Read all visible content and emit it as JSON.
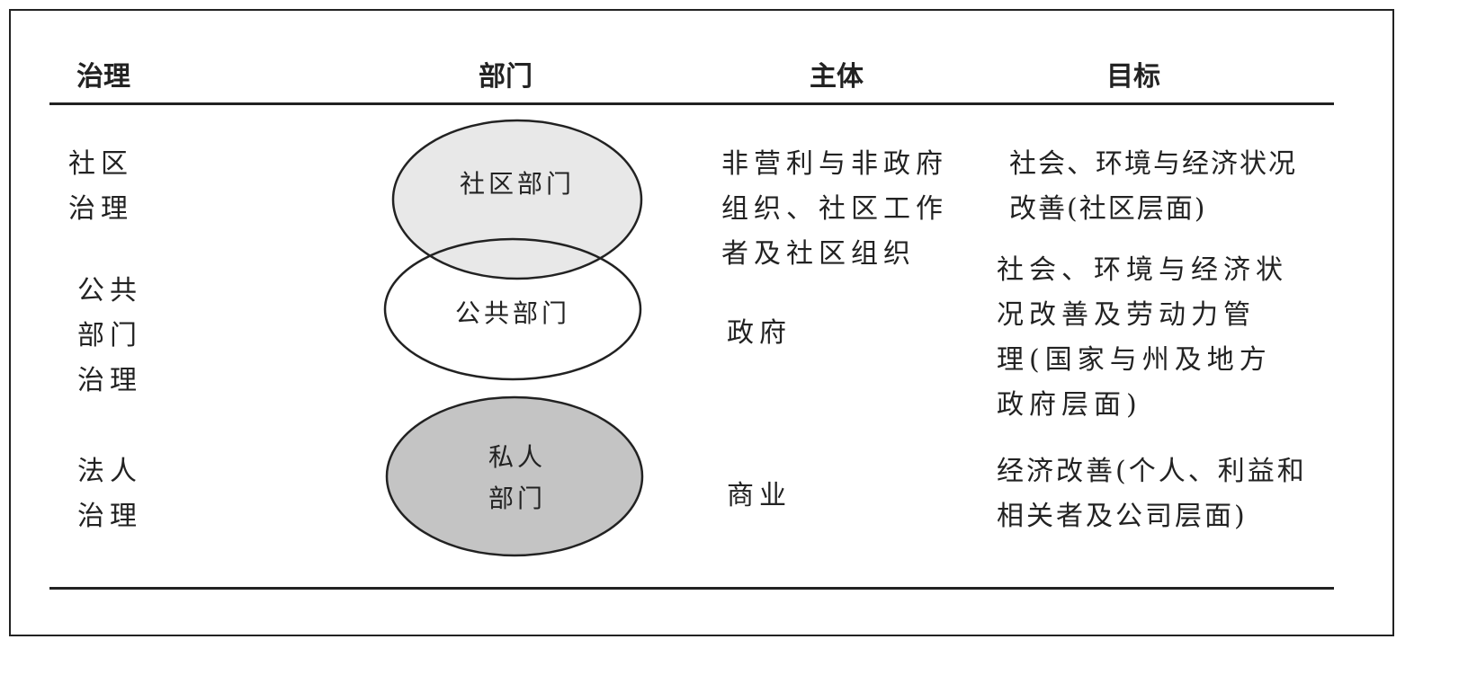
{
  "headers": {
    "governance": "治理",
    "sector": "部门",
    "actors": "主体",
    "goals": "目标"
  },
  "rows": [
    {
      "governance": [
        "社区",
        "治理"
      ],
      "sector": [
        "社区部门"
      ],
      "actors": [
        "非营利与非政府",
        "组织、社区工作",
        "者及社区组织"
      ],
      "goals": [
        "社会、环境与经济状况",
        "改善(社区层面)"
      ]
    },
    {
      "governance": [
        "公共",
        "部门",
        "治理"
      ],
      "sector": [
        "公共部门"
      ],
      "actors": [
        "政府"
      ],
      "goals": [
        "社会、环境与经济状",
        "况改善及劳动力管",
        "理(国家与州及地方",
        "政府层面)"
      ]
    },
    {
      "governance": [
        "法人",
        "治理"
      ],
      "sector": [
        "私人",
        "部门"
      ],
      "actors": [
        "商业"
      ],
      "goals": [
        "经济改善(个人、利益和",
        "相关者及公司层面)"
      ]
    }
  ],
  "colors": {
    "community_fill": "#e8e8e8",
    "public_fill": "#ffffff",
    "private_fill": "#c4c4c4",
    "stroke": "#222222"
  }
}
